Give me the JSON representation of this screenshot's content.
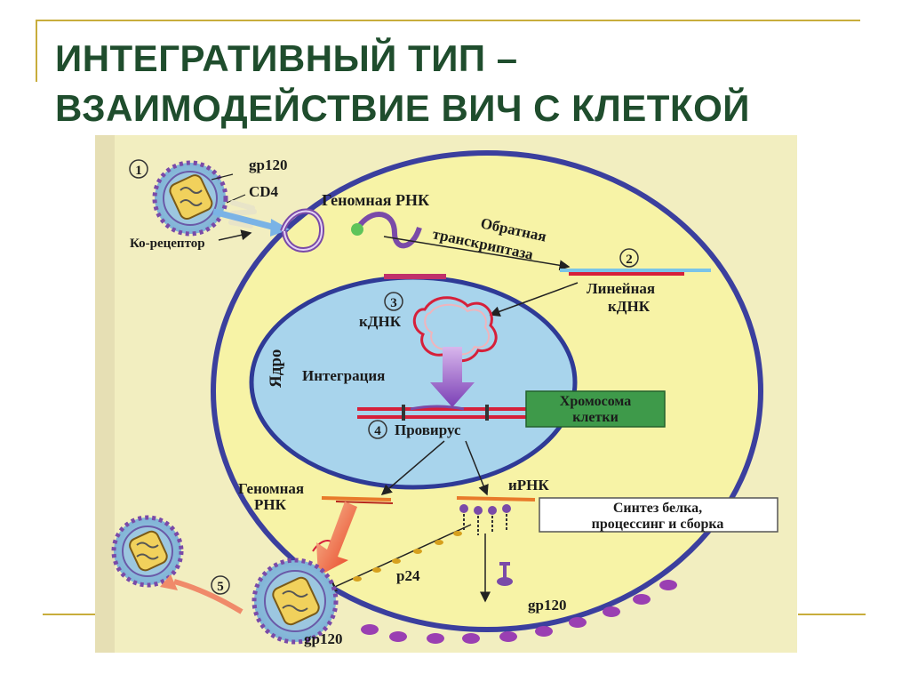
{
  "title": {
    "line1": "ИНТЕГРАТИВНЫЙ ТИП –",
    "line2": "ВЗАИМОДЕЙСТВИЕ ВИЧ С КЛЕТКОЙ"
  },
  "labels": {
    "step1": "1",
    "gp120_top": "gp120",
    "cd4": "CD4",
    "coreceptor": "Ко-рецептор",
    "genomic_rna_top": "Геномная РНК",
    "reverse_transcriptase_1": "Обратная",
    "reverse_transcriptase_2": "транскриптаза",
    "step2": "2",
    "linear_cdna_1": "Линейная",
    "linear_cdna_2": "кДНК",
    "step3": "3",
    "cdna": "кДНК",
    "nucleus": "Ядро",
    "integration": "Интеграция",
    "chromosome_1": "Хромосома",
    "chromosome_2": "клетки",
    "step4": "4",
    "provirus": "Провирус",
    "genomic_rna_bottom_1": "Геномная",
    "genomic_rna_bottom_2": "РНК",
    "mrna": "иРНК",
    "synthesis_1": "Синтез белка,",
    "synthesis_2": "процессинг и сборка",
    "p24": "p24",
    "gp120_right": "gp120",
    "step5": "5",
    "gp120_bottom": "gp120"
  },
  "colors": {
    "title": "#1f4d2d",
    "rule": "#c8ad3c",
    "cytoplasm": "#f7f3a6",
    "membrane": "#3b3f9e",
    "nucleus": "#a8d4ec",
    "chromosome_box": "#3e9a4a",
    "rna": "#7a4aa8",
    "dna": "#d6203a"
  }
}
